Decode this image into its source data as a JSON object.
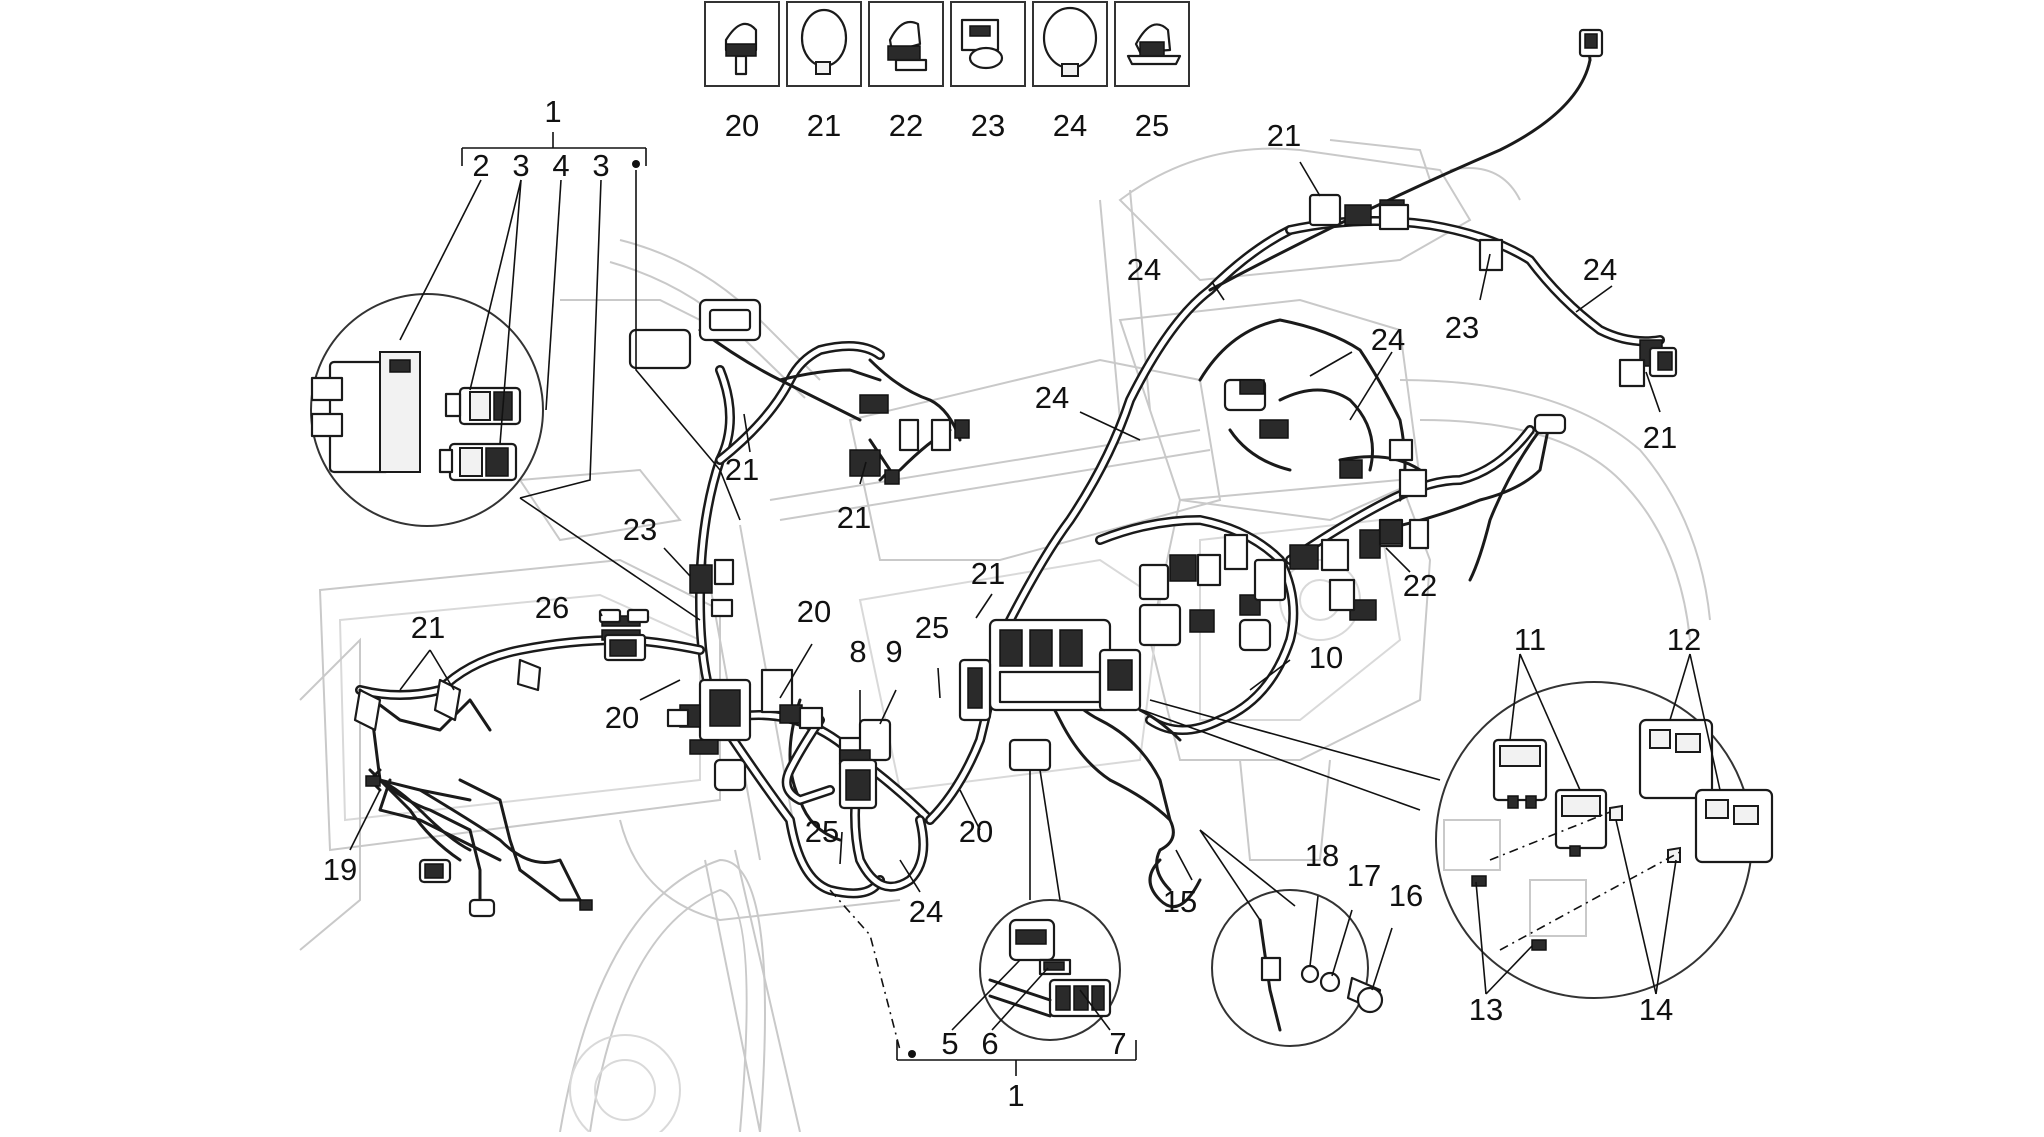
{
  "diagram": {
    "kit_icons": [
      {
        "id": "20",
        "icon": "cable-clip-with-pin-icon"
      },
      {
        "id": "21",
        "icon": "cable-tie-loop-icon"
      },
      {
        "id": "22",
        "icon": "cable-holder-clip-icon"
      },
      {
        "id": "23",
        "icon": "cable-clamp-icon"
      },
      {
        "id": "24",
        "icon": "cable-tie-large-icon"
      },
      {
        "id": "25",
        "icon": "cable-clip-bracket-icon"
      }
    ],
    "group_1_top": {
      "label": "1",
      "items": [
        "2",
        "3",
        "4",
        "3"
      ]
    },
    "group_1_bottom": {
      "label": "1",
      "items": [
        "5",
        "6",
        "7"
      ]
    },
    "callouts": {
      "c21_top": "21",
      "c24_a": "24",
      "c24_right": "24",
      "c23_right": "23",
      "c24_mid": "24",
      "c24_left": "24",
      "c21_right": "21",
      "c21_left_upper": "21",
      "c21_center": "21",
      "c23_left": "23",
      "c26": "26",
      "c20_a": "20",
      "c21_mid": "21",
      "c22": "22",
      "c8": "8",
      "c9": "9",
      "c25_a": "25",
      "c10": "10",
      "c21_frame": "21",
      "c20_b": "20",
      "c20_c": "20",
      "c25_b": "25",
      "c24_bottom": "24",
      "c19": "19",
      "c15": "15",
      "c11": "11",
      "c12": "12",
      "c18": "18",
      "c17": "17",
      "c16": "16",
      "c13": "13",
      "c14": "14"
    }
  }
}
